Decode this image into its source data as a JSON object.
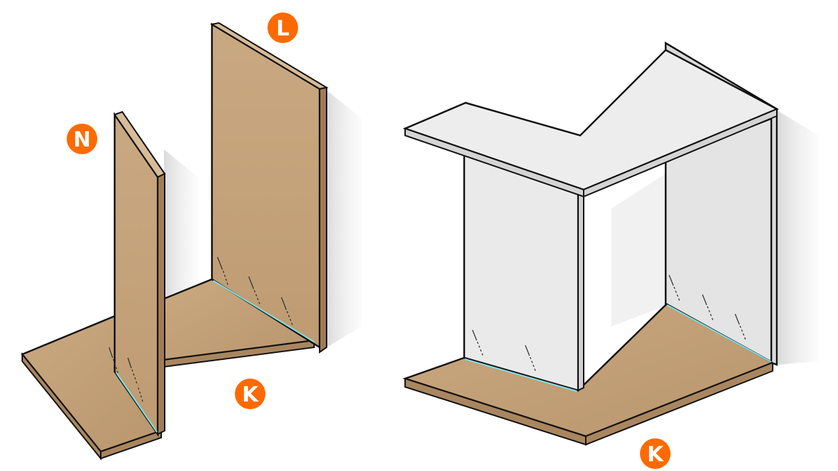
{
  "labels": {
    "part_n": "N",
    "part_l": "L",
    "part_k_left": "K",
    "part_k_right": "K"
  },
  "colors": {
    "wood": "#c9a57e",
    "wood_dark": "#b08a62",
    "white_panel": "#ececec",
    "white_top": "#eeeeee",
    "badge": "#ff6a00",
    "joint_line": "#7fe0e6",
    "outline": "#111111"
  }
}
